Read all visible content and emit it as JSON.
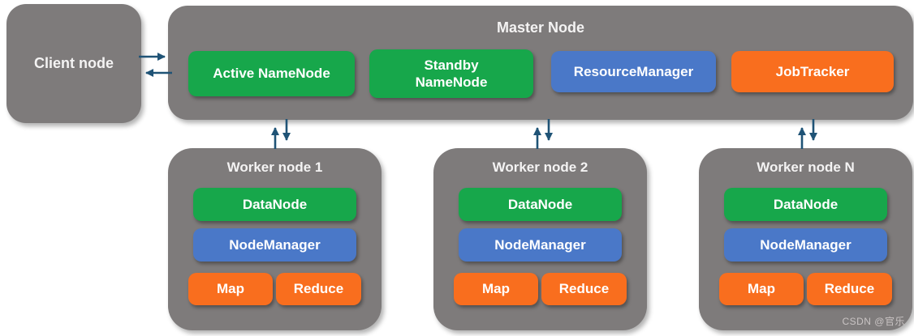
{
  "diagram": {
    "client_node": {
      "label": "Client node"
    },
    "master_node": {
      "title": "Master Node",
      "components": [
        {
          "label": "Active NameNode",
          "color": "green"
        },
        {
          "label": "Standby\nNameNode",
          "color": "green"
        },
        {
          "label": "ResourceManager",
          "color": "blue"
        },
        {
          "label": "JobTracker",
          "color": "orange"
        }
      ]
    },
    "workers": [
      {
        "title": "Worker node 1",
        "datanode": "DataNode",
        "nodemanager": "NodeManager",
        "map": "Map",
        "reduce": "Reduce"
      },
      {
        "title": "Worker node 2",
        "datanode": "DataNode",
        "nodemanager": "NodeManager",
        "map": "Map",
        "reduce": "Reduce"
      },
      {
        "title": "Worker node N",
        "datanode": "DataNode",
        "nodemanager": "NodeManager",
        "map": "Map",
        "reduce": "Reduce"
      }
    ],
    "connections": [
      "client-to-master",
      "master-to-client",
      "worker1-to-master",
      "master-to-worker1",
      "worker2-to-master",
      "master-to-worker2",
      "workerN-to-master",
      "master-to-workerN"
    ],
    "watermark": "CSDN @官乐"
  },
  "colors": {
    "node_gray": "#7e7b7b",
    "green": "#17a74b",
    "blue": "#4a78c8",
    "orange": "#f96e1e",
    "arrow_navy": "#1f5376",
    "label_text": "#ffffff",
    "watermark_text": "#c9c4c4"
  }
}
